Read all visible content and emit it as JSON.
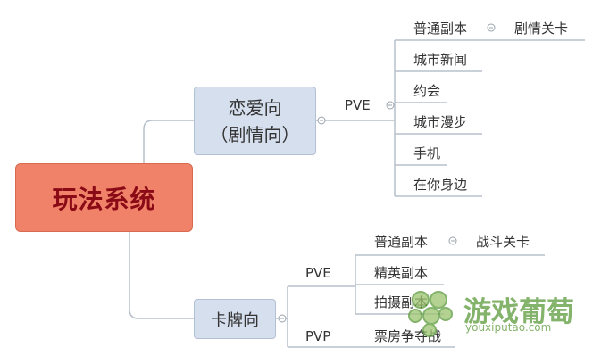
{
  "root": {
    "label": "玩法系统"
  },
  "romance": {
    "line1": "恋爱向",
    "line2": "（剧情向）",
    "pve": {
      "label": "PVE",
      "children": [
        {
          "label": "普通副本",
          "child": "剧情关卡"
        },
        {
          "label": "城市新闻"
        },
        {
          "label": "约会"
        },
        {
          "label": "城市漫步"
        },
        {
          "label": "手机"
        },
        {
          "label": "在你身边"
        }
      ]
    }
  },
  "card": {
    "label": "卡牌向",
    "pve": {
      "label": "PVE",
      "children": [
        {
          "label": "普通副本",
          "child": "战斗关卡"
        },
        {
          "label": "精英副本"
        },
        {
          "label": "拍摄副本"
        }
      ]
    },
    "pvp": {
      "label": "PVP",
      "children": [
        {
          "label": "票房争夺战"
        }
      ]
    }
  },
  "watermark": {
    "text": "游戏葡萄",
    "url": "youxiputao.com"
  },
  "colors": {
    "root_fill": "#f0826a",
    "root_text": "#8a0a16",
    "branch_fill": "#d6dfee",
    "line": "#b7c0cc",
    "watermark": "#5b9a3a"
  },
  "icons": {
    "collapse": "minus-circle-icon",
    "watermark_logo": "grape-logo-icon"
  }
}
